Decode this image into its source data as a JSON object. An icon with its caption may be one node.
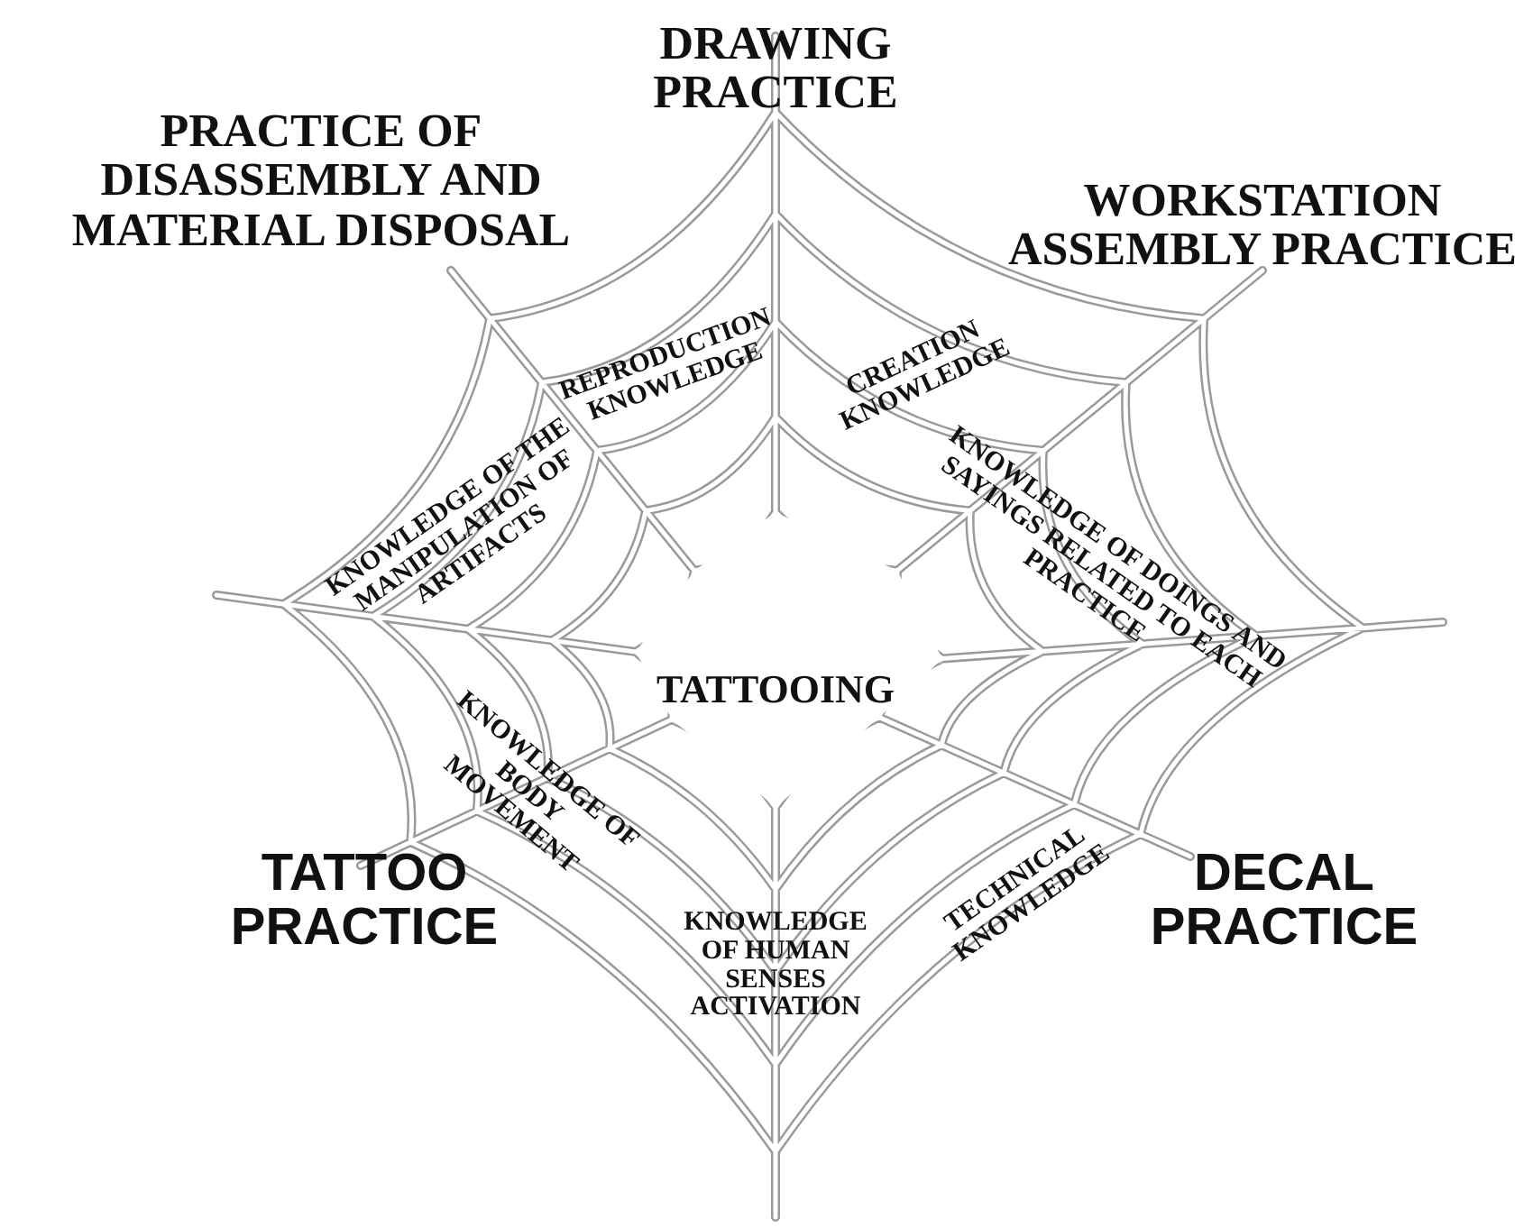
{
  "diagram": {
    "labels": [
      "DRAWING PRACTICE",
      "PRACTICE OF DISASSEMBLY AND MATERIAL DISPOSAL",
      "WORKSTATION ASSEMBLY PRACTICE",
      "REPRODUCTION KNOWLEDGE",
      "CREATION KNOWLEDGE",
      "KNOWLEDGE OF THE MANIPULATION OF ARTIFACTS",
      "KNOWLEDGE OF DOINGS AND SAYINGS RELATED TO EACH PRACTICE",
      "TATTOOING",
      "KNOWLEDGE OF BODY MOVEMENT",
      "TATTOO PRACTICE",
      "KNOWLEDGE OF HUMAN SENSES ACTIVATION",
      "TECHNICAL KNOWLEDGE",
      "DECAL PRACTICE"
    ]
  }
}
